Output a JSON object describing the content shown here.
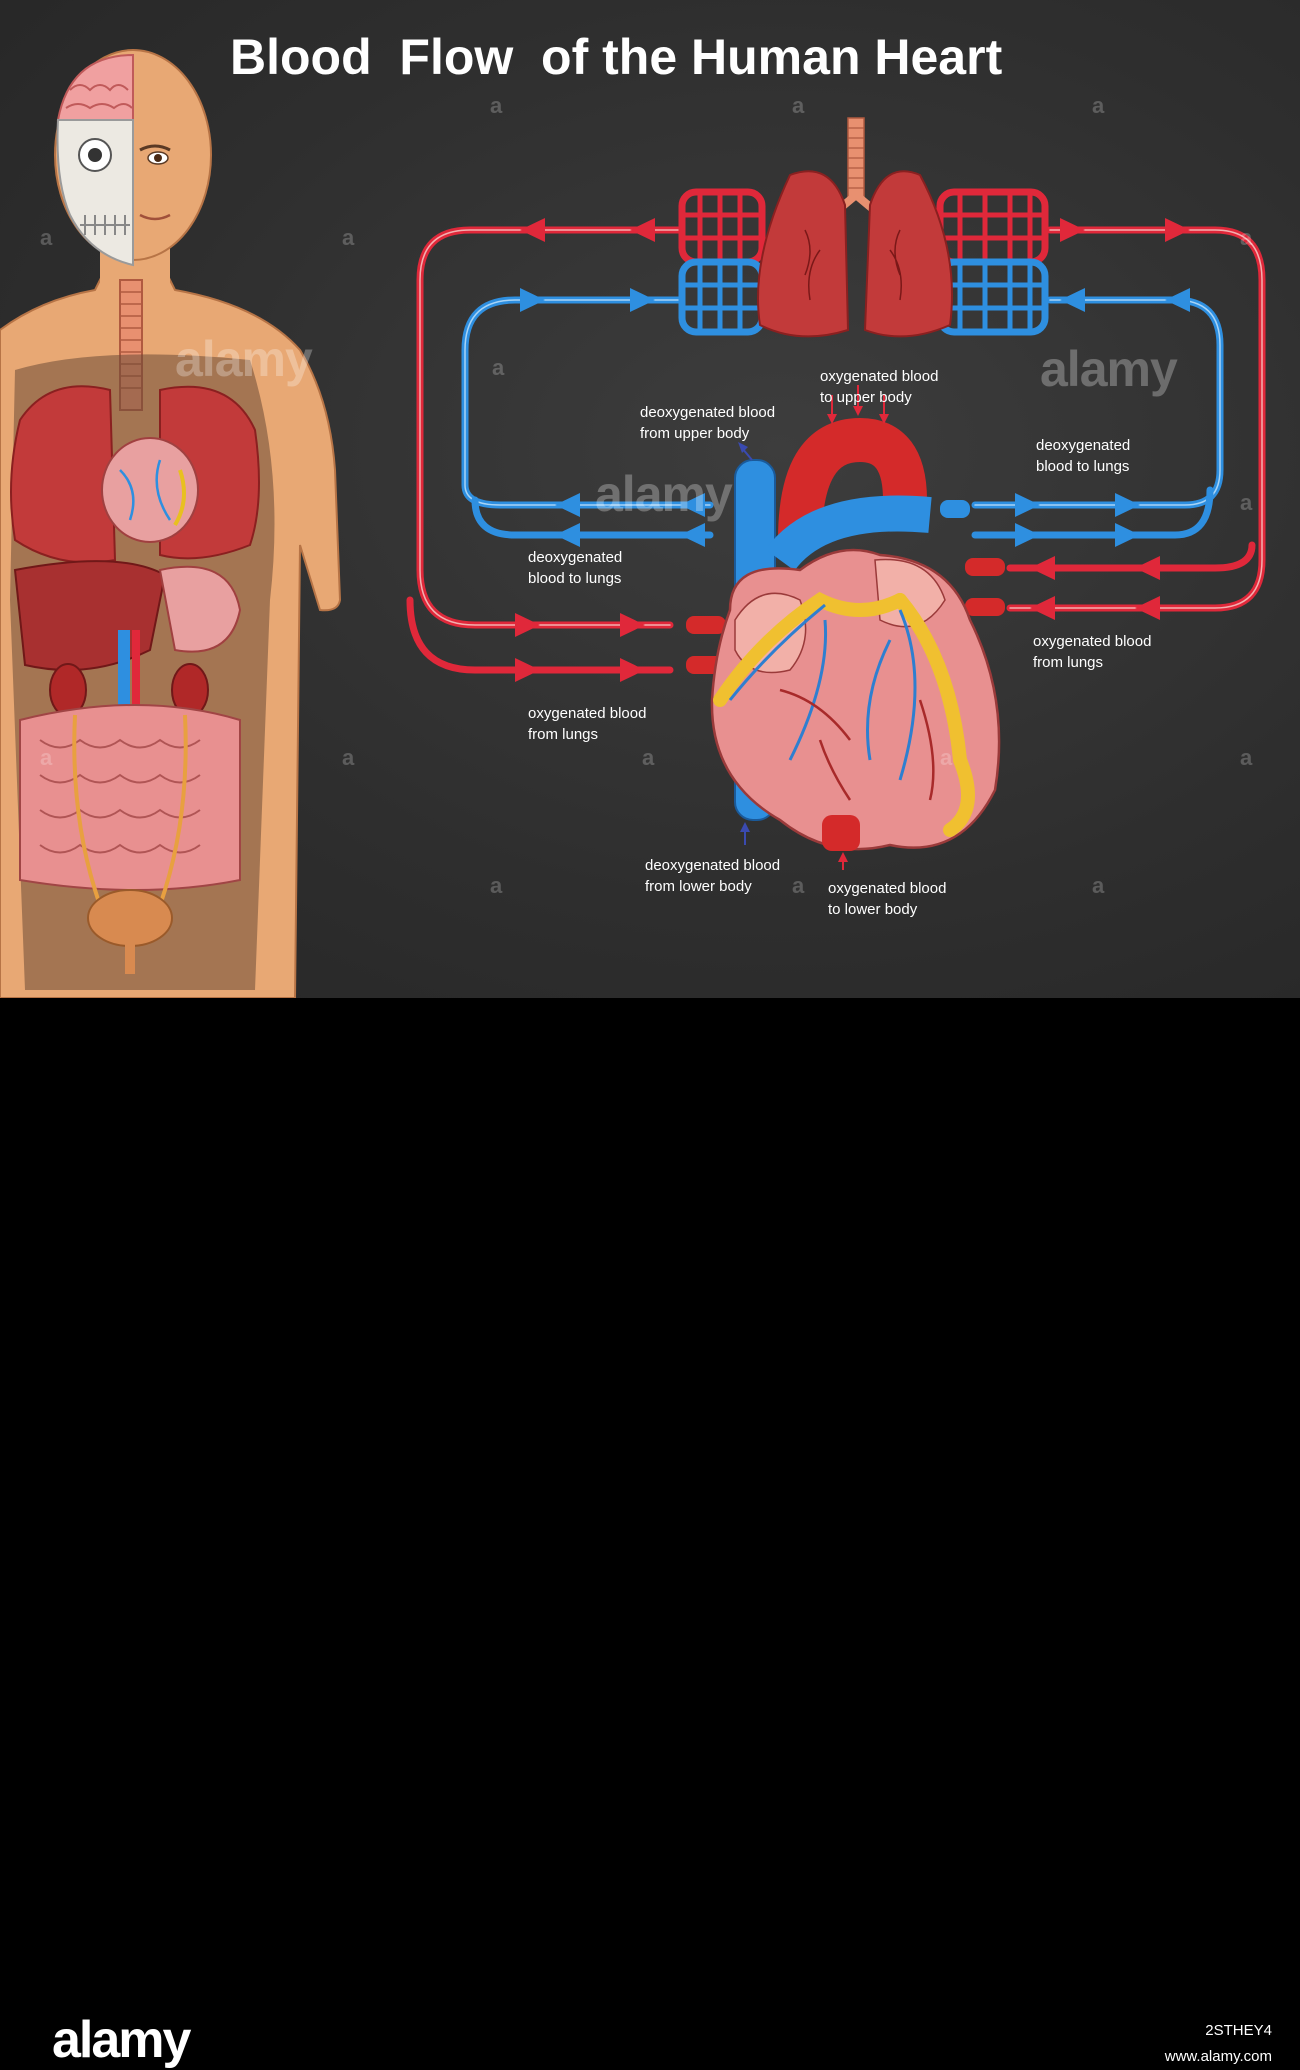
{
  "title": "Blood  Flow  of the Human Heart",
  "labels": {
    "oxy_upper": [
      "oxygenated blood",
      "to upper body"
    ],
    "deoxy_upper": [
      "deoxygenated blood",
      "from upper body"
    ],
    "deoxy_lungs_right": [
      "deoxygenated",
      "blood to lungs"
    ],
    "deoxy_lungs_left": [
      "deoxygenated",
      "blood to lungs"
    ],
    "oxy_from_lungs_right": [
      "oxygenated blood",
      "from lungs"
    ],
    "oxy_from_lungs_left": [
      "oxygenated blood",
      "from lungs"
    ],
    "deoxy_lower": [
      "deoxygenated blood",
      "from lower body"
    ],
    "oxy_lower": [
      "oxygenated blood",
      "to lower body"
    ]
  },
  "watermark": "alamy",
  "watermark_small": "a",
  "footer": {
    "logo": "alamy",
    "image_id": "2STHEY4",
    "site": "www.alamy.com"
  },
  "colors": {
    "background": "#2e2e2e",
    "oxygenated": "#e0283a",
    "deoxygenated": "#2e8fe0",
    "skin": "#e8a874",
    "organ": "#c23a3a"
  }
}
